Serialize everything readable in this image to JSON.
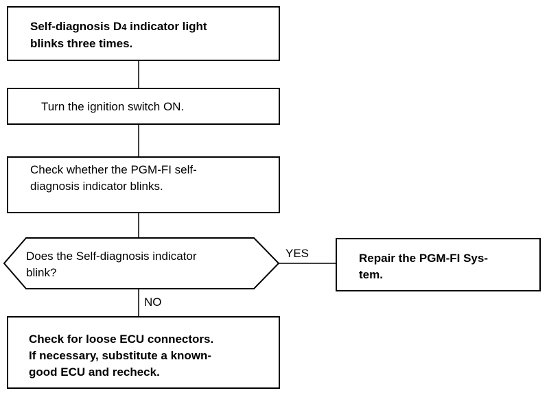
{
  "flowchart": {
    "step1": {
      "line1_pre": "Self-diagnosis D",
      "line1_sub": "4",
      "line1_post": " indicator light",
      "line2": "blinks three times."
    },
    "step2": {
      "text": "Turn the ignition switch ON."
    },
    "step3": {
      "line1": "Check whether the PGM-FI self-",
      "line2": "diagnosis indicator blinks."
    },
    "decision": {
      "line1": "Does the Self-diagnosis indicator",
      "line2": "blink?"
    },
    "yes_label": "YES",
    "no_label": "NO",
    "yes_result": {
      "line1": "Repair the PGM-FI Sys-",
      "line2": "tem."
    },
    "no_result": {
      "line1": "Check for loose ECU connectors.",
      "line2": "If necessary, substitute a known-",
      "line3": "good ECU and recheck."
    }
  }
}
